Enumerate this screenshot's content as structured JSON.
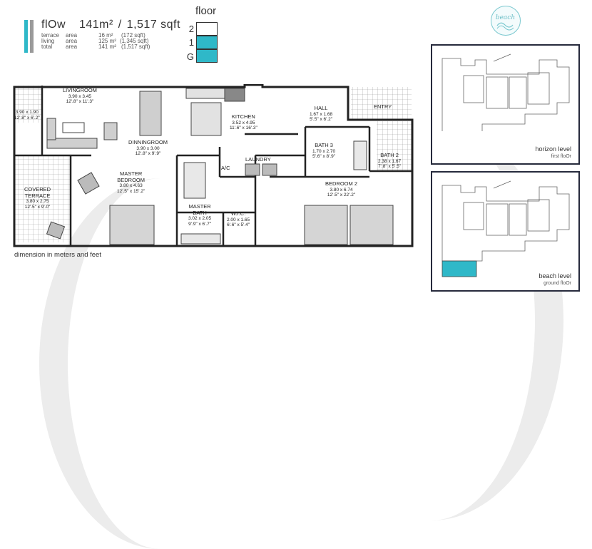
{
  "unit": {
    "name": "flOw",
    "size_metric": "141m²",
    "separator": "/",
    "size_imperial": "1,517 sqft",
    "accent_colors": [
      "#2fb8c8",
      "#9a9a9a"
    ]
  },
  "areas": [
    {
      "label": "terrace",
      "word": "area",
      "metric": "16 m²",
      "imperial": "(172 sqft)"
    },
    {
      "label": "living",
      "word": "area",
      "metric": "125 m²",
      "imperial": "(1,345 sqft)"
    },
    {
      "label": "total",
      "word": "area",
      "metric": "141 m²",
      "imperial": "(1,517 sqft)"
    }
  ],
  "floor_indicator": {
    "title": "floor",
    "levels": [
      {
        "label": "2",
        "highlighted": false
      },
      {
        "label": "1",
        "highlighted": true
      },
      {
        "label": "G",
        "highlighted": true
      }
    ],
    "highlight_color": "#2fb8c8"
  },
  "logo": {
    "text": "beach",
    "icon": "wave-logo-icon"
  },
  "rooms": {
    "terrace_small": {
      "dims": "3.90 x 1.90",
      "imp": "12'.8\" x 6'.2\""
    },
    "living": {
      "name": "LIVINGROOM",
      "dims": "3.90 x 3.45",
      "imp": "12'.8\" x 11'.3\""
    },
    "dining": {
      "name": "DINNINGROOM",
      "dims": "3.90 x 3.00",
      "imp": "12'.8\" x 9'.9\""
    },
    "kitchen": {
      "name": "KITCHEN",
      "dims": "3.52 x 4.95",
      "imp": "11'.6\" x 16'.3\""
    },
    "hall": {
      "name": "HALL",
      "dims": "1.67 x 1.68",
      "imp": "5'.5\" x 6'.2\""
    },
    "entry": {
      "name": "ENTRY"
    },
    "bath3": {
      "name": "BATH 3",
      "dims": "1.70 x 2.70",
      "imp": "5'.6\" x 8'.9\""
    },
    "bath2": {
      "name": "BATH 2",
      "dims": "2.38 x 1.67",
      "imp": "7'.8\" x 5'.5\""
    },
    "laundry": {
      "name": "LAUNDRY"
    },
    "ac": {
      "name": "A/C"
    },
    "covered_terrace": {
      "name1": "COVERED",
      "name2": "TERRACE",
      "dims": "3.80 x 2.75",
      "imp": "12'.5\" x 9'.0\""
    },
    "master_bedroom": {
      "name1": "MASTER",
      "name2": "BEDROOM",
      "dims": "3.80 x 4.63",
      "imp": "12'.5\" x 15'.2\""
    },
    "master_bath": {
      "name1": "MASTER",
      "name2": "BATH",
      "dims": "3.02 x 2.05",
      "imp": "9'.9\" x 6'.7\""
    },
    "wic": {
      "name": "W.I.C.",
      "dims": "2.00 x 1.65",
      "imp": "6'.6\" x 5'.4\""
    },
    "bedroom2": {
      "name": "BEDROOM 2",
      "dims": "3.80 x 6.74",
      "imp": "12'.5\" x 22'.2\""
    }
  },
  "footnote": "dimension in meters and feet",
  "key_plans": [
    {
      "title": "horizon level",
      "subtitle": "first floOr"
    },
    {
      "title": "beach level",
      "subtitle": "ground floOr"
    }
  ]
}
